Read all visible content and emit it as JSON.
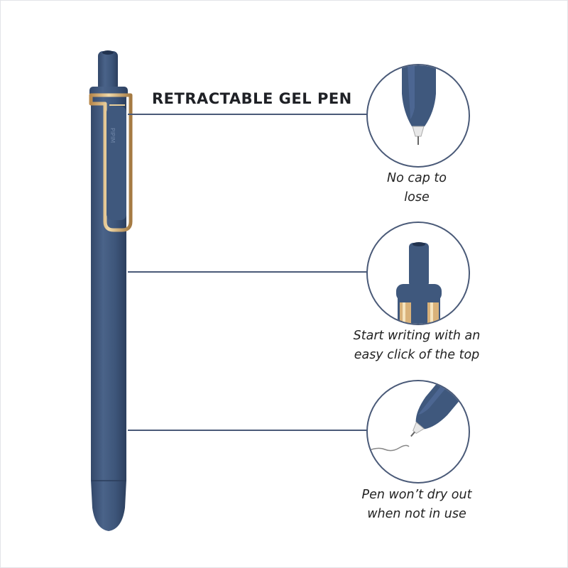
{
  "product": {
    "title": "RETRACTABLE GEL PEN",
    "brand_mark": "PIPIM",
    "colors": {
      "pen_body": "#3f587d",
      "clip_gold": "#c9a36a",
      "line": "#4a5a78"
    }
  },
  "features": [
    {
      "icon": "pen-tip-icon",
      "caption_line1": "No cap to",
      "caption_line2": "lose"
    },
    {
      "icon": "click-top-icon",
      "caption_line1": "Start writing with an",
      "caption_line2": "easy click of the top"
    },
    {
      "icon": "writing-tip-icon",
      "caption_line1": "Pen won’t dry out",
      "caption_line2": "when not in use"
    }
  ]
}
